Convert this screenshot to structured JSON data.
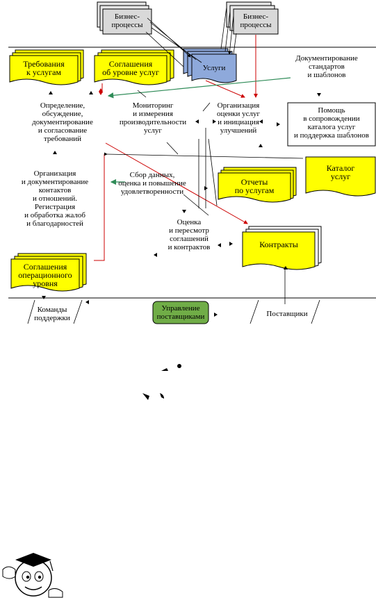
{
  "diagram": {
    "business_processes": [
      "Бизнес-\nпроцессы",
      "Бизнес-\nпроцессы"
    ],
    "documents": {
      "requirements": "Требования\nк услугам",
      "sla": "Соглашения\nоб уровне услуг",
      "services": "Услуги",
      "reports": "Отчеты\nпо услугам",
      "catalog": "Каталог\nуслуг",
      "contracts": "Контракты",
      "ola": "Соглашения\nоперационного\nуровня"
    },
    "activities": {
      "standards_doc": "Документирование\nстандартов\nи шаблонов",
      "define_requirements": "Определение,\nобсуждение,\nдокументирование\nи согласование\nтребований",
      "monitoring": "Мониторинг\nи измерения\nпроизводительности\nуслуг",
      "evaluation_org": "Организация\nоценки услуг\nи инициация\nулучшений",
      "catalog_support": "Помощь\nв сопровождении\nкаталога услуг\nи поддержка шаблонов",
      "relations_org": "Организация\nи документирование\nконтактов\nи отношений.\nРегистрация\nи обработка жалоб\nи благодарностей",
      "data_collection": "Сбор данных,\nоценка и повышение\nудовлетворенности",
      "contract_review": "Оценка\nи пересмотр\nсоглашений\nи контрактов"
    },
    "bottom": {
      "support_teams": "Команды\nподдержки",
      "supplier_management": "Управление\nпоставщиками",
      "suppliers": "Поставщики"
    },
    "colors": {
      "doc_yellow": "#ffff00",
      "services_blue": "#8ea9db",
      "business_gray": "#d9d9d9",
      "supplier_green": "#70ad47",
      "arrow_red": "#cc0000",
      "arrow_green": "#2e8b57"
    }
  }
}
